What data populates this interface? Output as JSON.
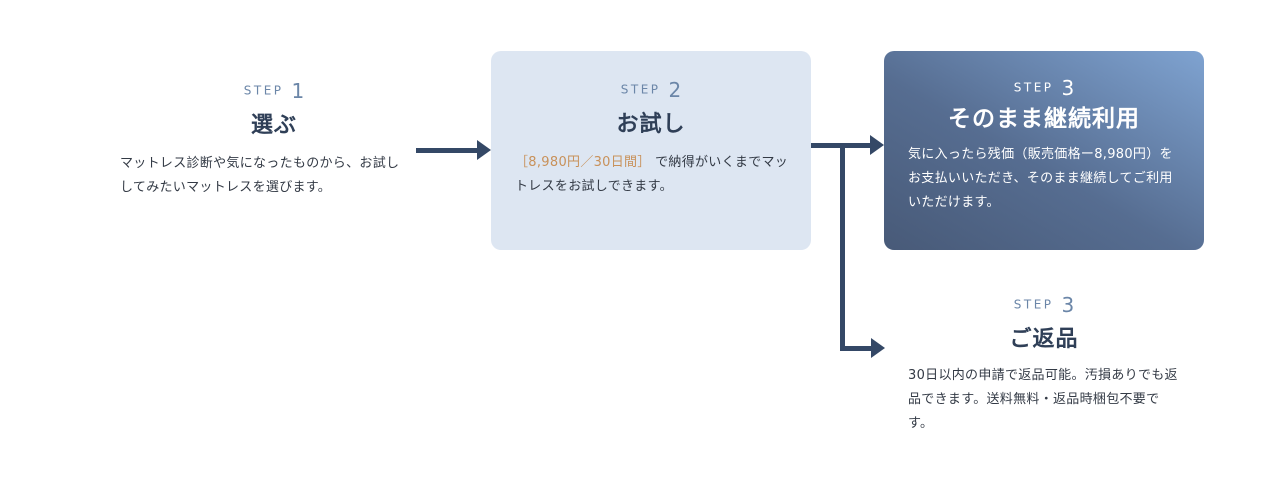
{
  "steps": [
    {
      "step_word": "STEP",
      "step_number": "1",
      "title": "選ぶ",
      "description": "マットレス診断や気になったものから、お試ししてみたいマットレスを選びます。"
    },
    {
      "step_word": "STEP",
      "step_number": "2",
      "title": "お試し",
      "price_highlight": "［8,980円／30日間］",
      "description": "で納得がいくまでマットレスをお試しできます。"
    },
    {
      "step_word": "STEP",
      "step_number": "3",
      "title": "そのまま継続利用",
      "description": "気に入ったら残価（販売価格ー8,980円）をお支払いいただき、そのまま継続してご利用いただけます。"
    },
    {
      "step_word": "STEP",
      "step_number": "3",
      "title": "ご返品",
      "description": "30日以内の申請で返品可能。汚損ありでも返品できます。送料無料・返品時梱包不要です。"
    }
  ],
  "colors": {
    "step_label": "#6b86a8",
    "title": "#2f3f57",
    "price_accent": "#c8915a",
    "card_light": "#dde6f2",
    "card_gradient_start": "#485a78",
    "card_gradient_end": "#7fa3d1",
    "arrow": "#344866"
  }
}
